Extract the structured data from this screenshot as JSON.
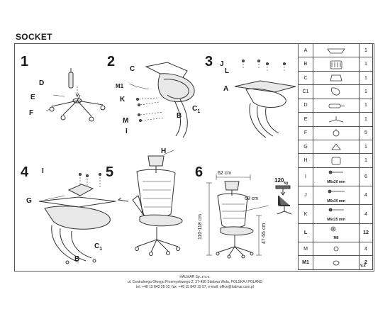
{
  "title": "SOCKET",
  "steps": [
    "1",
    "2",
    "3",
    "4",
    "5",
    "6"
  ],
  "labels": {
    "s1": [
      "D",
      "E",
      "F"
    ],
    "s2": [
      "C",
      "M1",
      "K",
      "B",
      "C",
      "1",
      "M",
      "I"
    ],
    "s3": [
      "J",
      "L",
      "A"
    ],
    "s4": [
      "I",
      "G",
      "C",
      "1",
      "B"
    ],
    "s5": [
      "H"
    ]
  },
  "dimensions": {
    "width": "62 cm",
    "depth": "68 cm",
    "height": "110-118 cm",
    "seat_height": "47-55 cm",
    "weight_limit": "120",
    "weight_unit": "kg"
  },
  "parts": [
    {
      "code": "A",
      "spec": "",
      "qty": "1",
      "bold": false
    },
    {
      "code": "B",
      "spec": "",
      "qty": "1",
      "bold": false
    },
    {
      "code": "C",
      "spec": "",
      "qty": "1",
      "bold": false
    },
    {
      "code": "C1",
      "spec": "",
      "qty": "1",
      "bold": false
    },
    {
      "code": "D",
      "spec": "",
      "qty": "1",
      "bold": false
    },
    {
      "code": "E",
      "spec": "",
      "qty": "1",
      "bold": false
    },
    {
      "code": "F",
      "spec": "",
      "qty": "5",
      "bold": false
    },
    {
      "code": "G",
      "spec": "",
      "qty": "1",
      "bold": false
    },
    {
      "code": "H",
      "spec": "",
      "qty": "1",
      "bold": false
    },
    {
      "code": "I",
      "spec": "M6x20 mm",
      "qty": "6",
      "bold": false
    },
    {
      "code": "J",
      "spec": "M6x30 mm",
      "qty": "4",
      "bold": false
    },
    {
      "code": "K",
      "spec": "M6x25 mm",
      "qty": "4",
      "bold": false
    },
    {
      "code": "L",
      "spec": "M6",
      "qty": "12",
      "bold": true
    },
    {
      "code": "M",
      "spec": "",
      "qty": "4",
      "bold": false
    },
    {
      "code": "M1",
      "spec": "",
      "qty": "2",
      "bold": true
    }
  ],
  "revision": "v.2",
  "footer": {
    "company": "HALMAR Sp. z o.o.",
    "address": "ul. Centralnego Okręgu Przemysłowego 2, 37-450 Stalowa Wola, POLSKA / POLAND",
    "contact": "tel. +48 15 843 28 10, fax: +48 15 842 19 57, e-mail: office@halmar.com.pl"
  }
}
